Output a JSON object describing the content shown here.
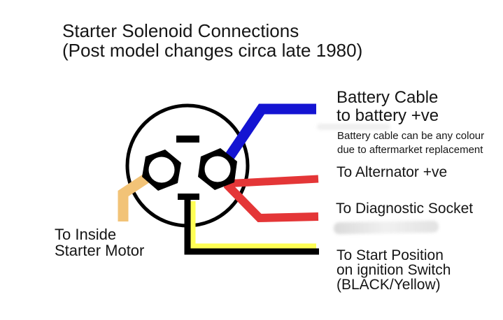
{
  "title": {
    "line1": "Starter Solenoid Connections",
    "line2": "(Post model changes circa late 1980)"
  },
  "labels": {
    "battery": {
      "line1": "Battery Cable",
      "line2": "to battery +ve"
    },
    "battery_note": {
      "line1": "Battery cable can be any colour",
      "line2": "due to aftermarket replacement"
    },
    "alternator": "To Alternator +ve",
    "diagnostic": "To Diagnostic Socket",
    "start_position": {
      "line1": "To Start Position",
      "line2": "on ignition Switch",
      "line3": "(BLACK/Yellow)"
    },
    "starter_motor": {
      "line1": "To Inside",
      "line2": "Starter Motor"
    }
  },
  "colors": {
    "background": "#ffffff",
    "outline": "#000000",
    "battery_wire": "#1414d2",
    "alternator_wire": "#e43637",
    "diagnostic_wire": "#e43637",
    "ignition_wire_black": "#000000",
    "ignition_wire_yellow": "#ffff55",
    "starter_motor_wire": "#f2c377"
  }
}
